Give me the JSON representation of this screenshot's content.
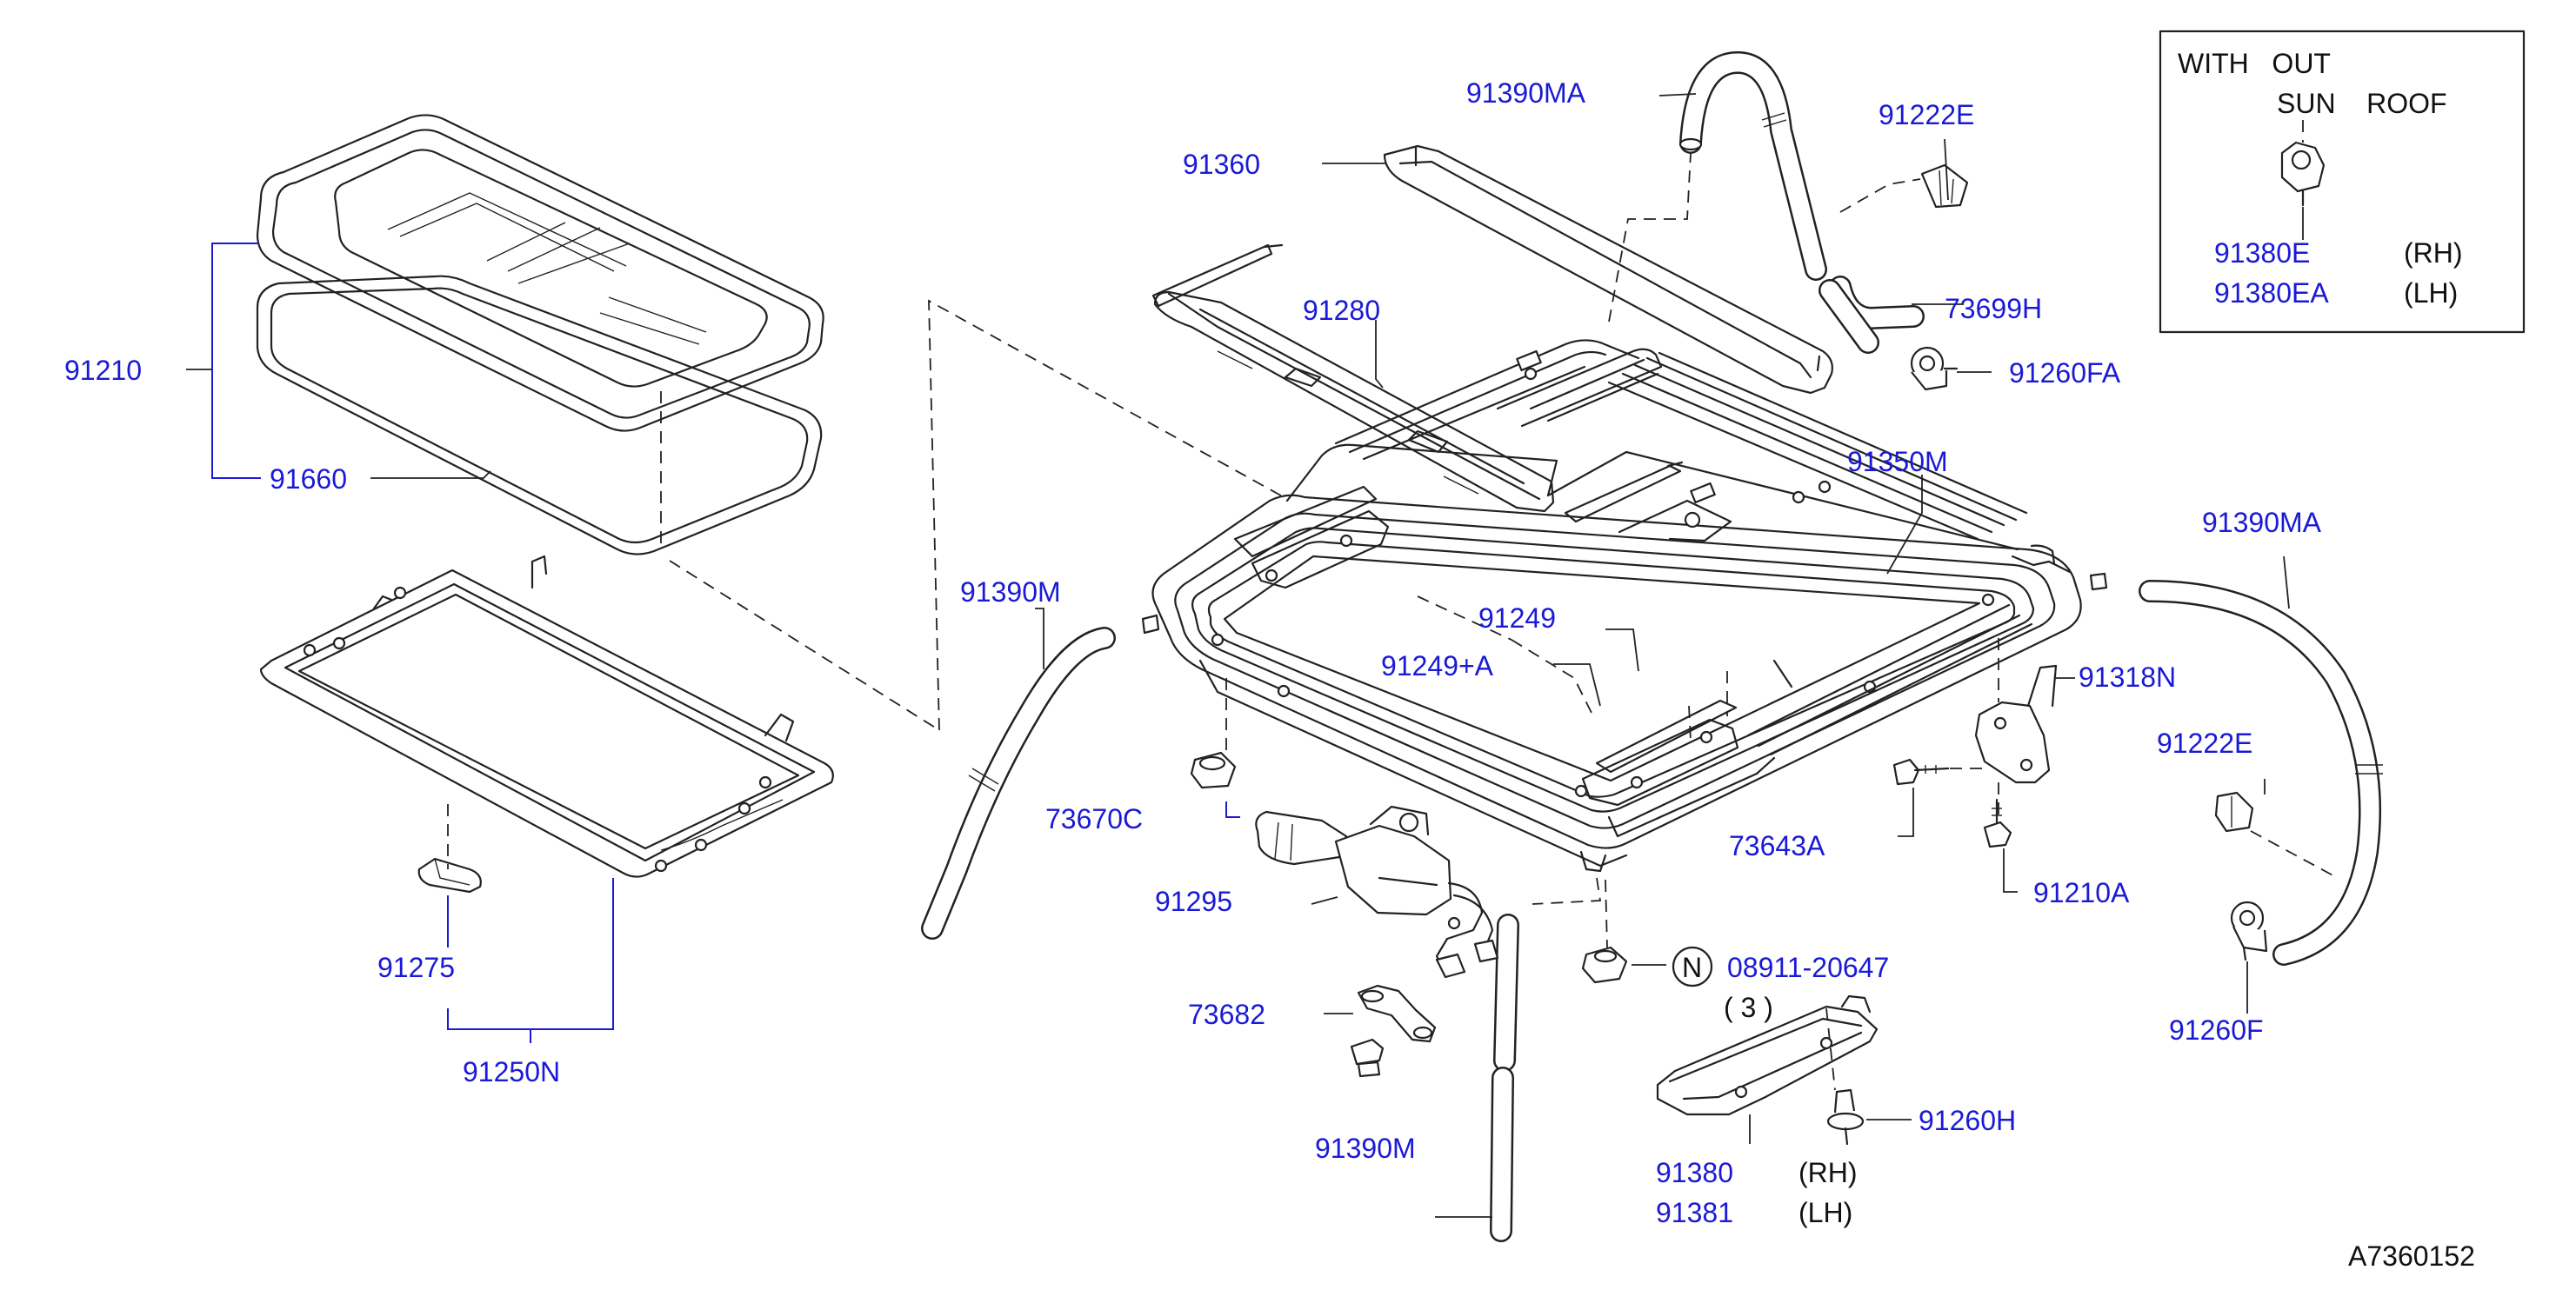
{
  "diagram": {
    "labels": {
      "p91210": "91210",
      "p91660": "91660",
      "p91275": "91275",
      "p91250N": "91250N",
      "p91390M_left": "91390M",
      "p91390M_bottom": "91390M",
      "p73670C": "73670C",
      "p91295": "91295",
      "p73682": "73682",
      "p91360": "91360",
      "p91280": "91280",
      "p91390MA_top": "91390MA",
      "p91222E_top": "91222E",
      "p73699H": "73699H",
      "p91260FA": "91260FA",
      "p91350M": "91350M",
      "p91249": "91249",
      "p91249A": "91249+A",
      "p91390MA_right": "91390MA",
      "p91318N": "91318N",
      "p91222E_right": "91222E",
      "p73643A": "73643A",
      "p91210A": "91210A",
      "p91260F": "91260F",
      "p08911": "08911-20647",
      "p08911_qty": "( 3 )",
      "p08911_circle": "N",
      "p91260H": "91260H",
      "p91380": "91380",
      "p91380_side": "(RH)",
      "p91381": "91381",
      "p91381_side": "(LH)"
    },
    "inset": {
      "line1": "WITH   OUT",
      "line2": "SUN    ROOF",
      "part_rh": "91380E",
      "side_rh": "(RH)",
      "part_lh": "91380EA",
      "side_lh": "(LH)"
    },
    "diagram_id": "A7360152"
  },
  "colors": {
    "label": "#1a1ad6",
    "line": "#222222",
    "background": "#ffffff"
  }
}
